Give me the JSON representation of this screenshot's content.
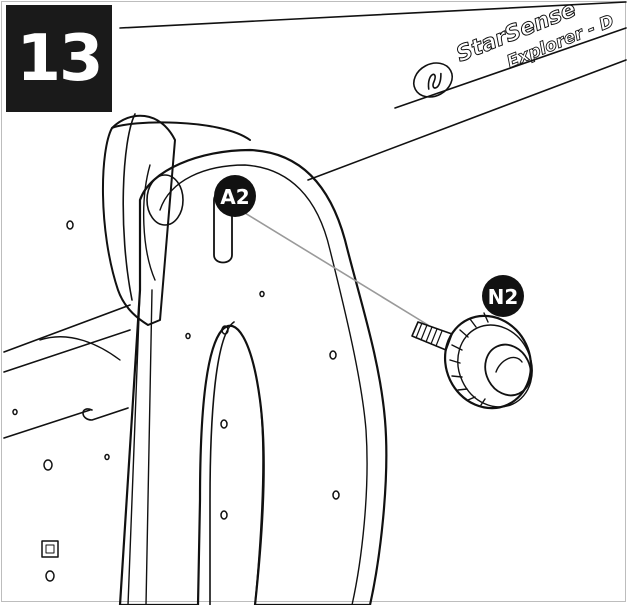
{
  "step": {
    "number": "13"
  },
  "branding": {
    "line1": "StarSense",
    "line2": "Explorer - D"
  },
  "callouts": [
    {
      "id": "a2",
      "label": "A2"
    },
    {
      "id": "n2",
      "label": "N2"
    }
  ],
  "colors": {
    "ink": "#111111",
    "badge": "#1a1a1a",
    "leader": "#9a9a9a"
  }
}
